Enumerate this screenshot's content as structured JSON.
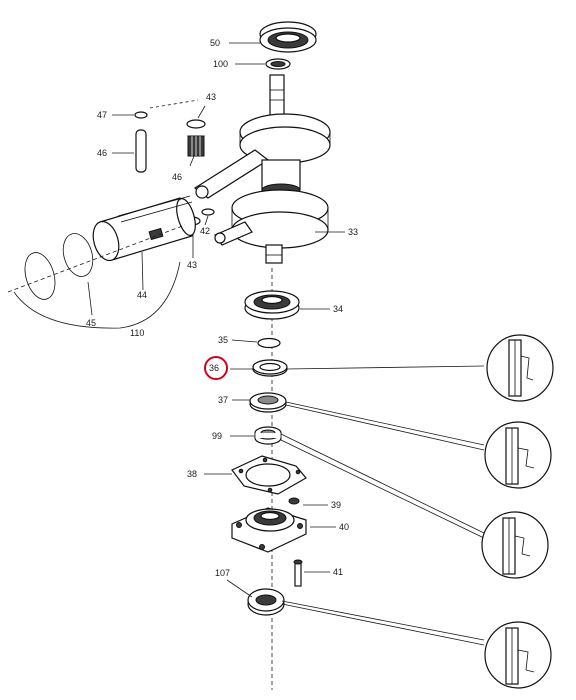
{
  "diagram": {
    "highlight_color": "#d0021b",
    "highlighted_part": "36",
    "labels": {
      "p50": "50",
      "p100": "100",
      "p47": "47",
      "p43a": "43",
      "p46a": "46",
      "p46b": "46",
      "p42": "42",
      "p43b": "43",
      "p33": "33",
      "p44": "44",
      "p45": "45",
      "p110": "110",
      "p34": "34",
      "p35": "35",
      "p36": "36",
      "p37": "37",
      "p99": "99",
      "p38": "38",
      "p39": "39",
      "p40": "40",
      "p41": "41",
      "p107": "107"
    }
  }
}
